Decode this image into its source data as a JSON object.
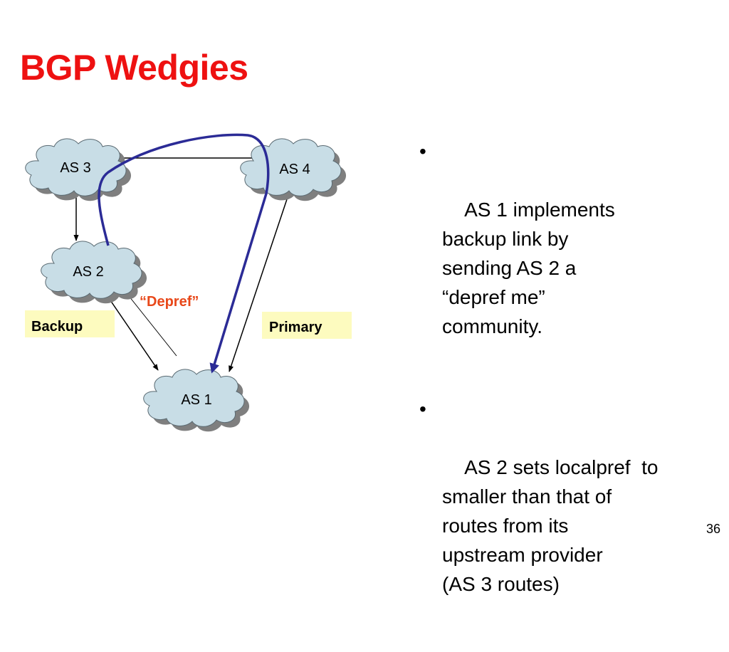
{
  "slide": {
    "title": "BGP Wedgies",
    "page_number": "36"
  },
  "diagram": {
    "nodes": [
      {
        "id": "as3",
        "label": "AS 3"
      },
      {
        "id": "as4",
        "label": "AS 4"
      },
      {
        "id": "as2",
        "label": "AS 2"
      },
      {
        "id": "as1",
        "label": "AS 1"
      }
    ],
    "links": [
      {
        "from": "as3",
        "to": "as4",
        "kind": "plain"
      },
      {
        "from": "as3",
        "to": "as2",
        "kind": "arrow"
      },
      {
        "from": "as4",
        "to": "as1",
        "kind": "arrow"
      },
      {
        "from": "as2",
        "to": "as1",
        "kind": "arrow"
      },
      {
        "from": "as1",
        "to": "as2",
        "kind": "arrow"
      },
      {
        "from": "as2",
        "to": "as1",
        "via": [
          "as3",
          "as4"
        ],
        "kind": "route-path",
        "color": "#2b2b96"
      }
    ],
    "labels": {
      "depref": "“Depref”",
      "backup": "Backup",
      "primary": "Primary"
    },
    "colors": {
      "cloud_fill": "#c8dde6",
      "cloud_shadow": "#7f7f7f",
      "label_box_fill": "#fdfbbf",
      "route_path": "#2b2b96",
      "depref_text": "#e8481a",
      "title": "#ee1111"
    }
  },
  "bullets": [
    {
      "text": "AS 1 implements\nbackup link by\nsending AS 2 a\n“depref me”\ncommunity."
    },
    {
      "text": "AS 2 sets localpref  to\nsmaller than that of\nroutes from its\nupstream provider\n(AS 3 routes)"
    }
  ],
  "bullet_glyph": "•"
}
